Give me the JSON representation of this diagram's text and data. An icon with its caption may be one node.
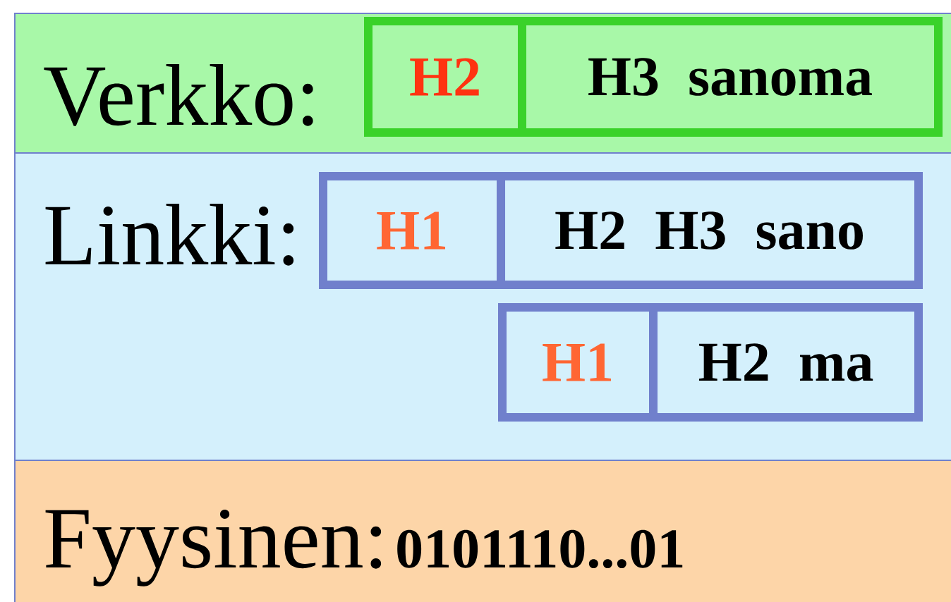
{
  "diagram": {
    "nodes": [
      {
        "text": [
          "Verkko:"
        ]
      },
      {
        "text": [
          "H2"
        ],
        "in": 0
      },
      {
        "text": [
          "H3 sanoma"
        ],
        "in": 0
      },
      {
        "text": [
          "Linkki:"
        ]
      },
      {
        "text": [
          "H1"
        ],
        "in": 3
      },
      {
        "text": [
          "H2 H3 sano"
        ],
        "in": 3
      },
      {
        "text": [
          "H1"
        ],
        "in": 3
      },
      {
        "text": [
          "H2 ma"
        ],
        "in": 3
      },
      {
        "text": [
          "Fyysinen:",
          "0101110...01"
        ]
      }
    ],
    "edges": []
  }
}
